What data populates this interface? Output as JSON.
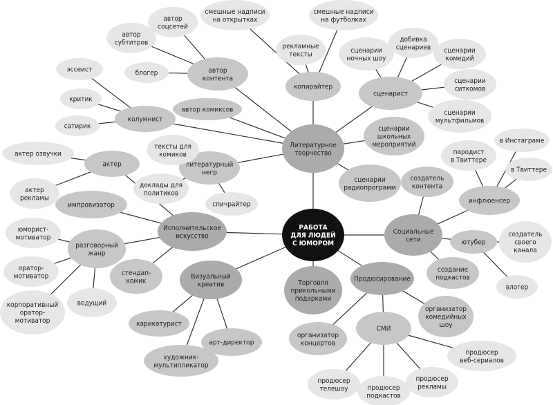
{
  "nodes": [
    {
      "id": "root",
      "label": "РАБОТА\nДЛЯ ЛЮДЕЙ\nС ЮМОРОМ",
      "level": 0
    },
    {
      "id": "lit",
      "label": "Литературное\nтворчество",
      "level": 1,
      "parent": "root"
    },
    {
      "id": "soc",
      "label": "Социальные\nсети",
      "level": 1,
      "parent": "root"
    },
    {
      "id": "prod",
      "label": "Продюсирование",
      "level": 1,
      "parent": "root"
    },
    {
      "id": "trade",
      "label": "Торговля\nприкольными\nподарками",
      "level": 1,
      "parent": "root"
    },
    {
      "id": "vis",
      "label": "Визуальный\nкреатив",
      "level": 1,
      "parent": "root"
    },
    {
      "id": "perf",
      "label": "Исполнительское\nискусство",
      "level": 1,
      "parent": "root"
    },
    {
      "id": "copy",
      "label": "копирайтер",
      "level": 2,
      "parent": "lit"
    },
    {
      "id": "scen",
      "label": "сценарист",
      "level": 2,
      "parent": "lit"
    },
    {
      "id": "acont",
      "label": "автор\nконтента",
      "level": 2,
      "parent": "lit"
    },
    {
      "id": "col",
      "label": "колумнист",
      "level": 2,
      "parent": "lit"
    },
    {
      "id": "comics",
      "label": "автор комиксов",
      "level": 2,
      "parent": "lit"
    },
    {
      "id": "ghost",
      "label": "литературный\nнегр",
      "level": 2,
      "parent": "lit"
    },
    {
      "id": "school",
      "label": "сценарии\nшкольных\nмероприятий",
      "level": 2,
      "parent": "lit"
    },
    {
      "id": "radio",
      "label": "сценарии\nрадиопрограмм",
      "level": 2,
      "parent": "lit"
    },
    {
      "id": "card",
      "label": "смешные надписи\nна открытках",
      "level": 3,
      "parent": "copy"
    },
    {
      "id": "tshirt",
      "label": "смешные надписи\nна футболках",
      "level": 3,
      "parent": "copy"
    },
    {
      "id": "adtext",
      "label": "рекламные\nтексты",
      "level": 3,
      "parent": "copy"
    },
    {
      "id": "subs",
      "label": "автор\nсубтитров",
      "level": 3,
      "parent": "acont"
    },
    {
      "id": "socnet",
      "label": "автор\nсоцсетей",
      "level": 3,
      "parent": "acont"
    },
    {
      "id": "blog",
      "label": "блогер",
      "level": 3,
      "parent": "acont"
    },
    {
      "id": "essay",
      "label": "эссеист",
      "level": 3,
      "parent": "col"
    },
    {
      "id": "critic",
      "label": "критик",
      "level": 3,
      "parent": "col"
    },
    {
      "id": "satir",
      "label": "сатирик",
      "level": 3,
      "parent": "col"
    },
    {
      "id": "textcom",
      "label": "тексты для\nкомиков",
      "level": 3,
      "parent": "ghost"
    },
    {
      "id": "polit",
      "label": "доклады для\nполитиков",
      "level": 3,
      "parent": "ghost"
    },
    {
      "id": "speech",
      "label": "спичрайтер",
      "level": 3,
      "parent": "ghost"
    },
    {
      "id": "night",
      "label": "сценарии\nночных шоу",
      "level": 3,
      "parent": "scen"
    },
    {
      "id": "fix",
      "label": "добивка\nсценариев",
      "level": 3,
      "parent": "scen"
    },
    {
      "id": "comedy",
      "label": "сценарии\nкомедий",
      "level": 3,
      "parent": "scen"
    },
    {
      "id": "sitcom",
      "label": "сценарии\nситкомов",
      "level": 3,
      "parent": "scen"
    },
    {
      "id": "cartoon",
      "label": "сценарии\nмультфильмов",
      "level": 3,
      "parent": "scen"
    },
    {
      "id": "actor",
      "label": "актер",
      "level": 2,
      "parent": "perf"
    },
    {
      "id": "improv",
      "label": "импровизатор",
      "level": 2,
      "parent": "perf"
    },
    {
      "id": "talk",
      "label": "разговорный\nжанр",
      "level": 2,
      "parent": "perf"
    },
    {
      "id": "standup",
      "label": "стендап-\nкомик",
      "level": 2,
      "parent": "perf"
    },
    {
      "id": "voice",
      "label": "актер озвучки",
      "level": 3,
      "parent": "actor"
    },
    {
      "id": "adactor",
      "label": "актер\nрекламы",
      "level": 3,
      "parent": "actor"
    },
    {
      "id": "humot",
      "label": "юморист-\nмотиватор",
      "level": 3,
      "parent": "talk"
    },
    {
      "id": "ormot",
      "label": "оратор-\nмотиватор",
      "level": 3,
      "parent": "talk"
    },
    {
      "id": "corp",
      "label": "корпоративный\nоратор-\nмотиватор",
      "level": 3,
      "parent": "talk"
    },
    {
      "id": "host",
      "label": "ведущий",
      "level": 3,
      "parent": "talk"
    },
    {
      "id": "caric",
      "label": "карикатурист",
      "level": 2,
      "parent": "vis"
    },
    {
      "id": "anim",
      "label": "художник-\nмультипликатор",
      "level": 3,
      "parent": "vis"
    },
    {
      "id": "artdir",
      "label": "арт-директор",
      "level": 3,
      "parent": "vis"
    },
    {
      "id": "infl",
      "label": "инфлюенсер",
      "level": 2,
      "parent": "soc"
    },
    {
      "id": "ccreator",
      "label": "создатель\nконтента",
      "level": 3,
      "parent": "soc"
    },
    {
      "id": "yt",
      "label": "ютубер",
      "level": 2,
      "parent": "soc"
    },
    {
      "id": "podc",
      "label": "создание\nподкастов",
      "level": 2,
      "parent": "soc"
    },
    {
      "id": "parod",
      "label": "пародист\nв Твиттере",
      "level": 3,
      "parent": "infl"
    },
    {
      "id": "insta",
      "label": "в Инстаграме",
      "level": 3,
      "parent": "infl"
    },
    {
      "id": "twit",
      "label": "в Твиттере",
      "level": 3,
      "parent": "infl"
    },
    {
      "id": "own",
      "label": "создатель\nсвоего\nканала",
      "level": 3,
      "parent": "yt"
    },
    {
      "id": "vlog",
      "label": "влогер",
      "level": 3,
      "parent": "yt"
    },
    {
      "id": "smi",
      "label": "СМИ",
      "level": 2,
      "parent": "prod"
    },
    {
      "id": "orgshow",
      "label": "организатор\nкомедийных\nшоу",
      "level": 2,
      "parent": "prod"
    },
    {
      "id": "orgconc",
      "label": "организатор\nконцертов",
      "level": 2,
      "parent": "prod"
    },
    {
      "id": "web",
      "label": "продюсер\nвеб-сериалов",
      "level": 3,
      "parent": "smi"
    },
    {
      "id": "tv",
      "label": "продюсер\nтелешоу",
      "level": 3,
      "parent": "smi"
    },
    {
      "id": "podprod",
      "label": "продюсер\nподкастов",
      "level": 3,
      "parent": "smi"
    },
    {
      "id": "adprod",
      "label": "продюсер\nрекламы",
      "level": 3,
      "parent": "smi"
    }
  ]
}
